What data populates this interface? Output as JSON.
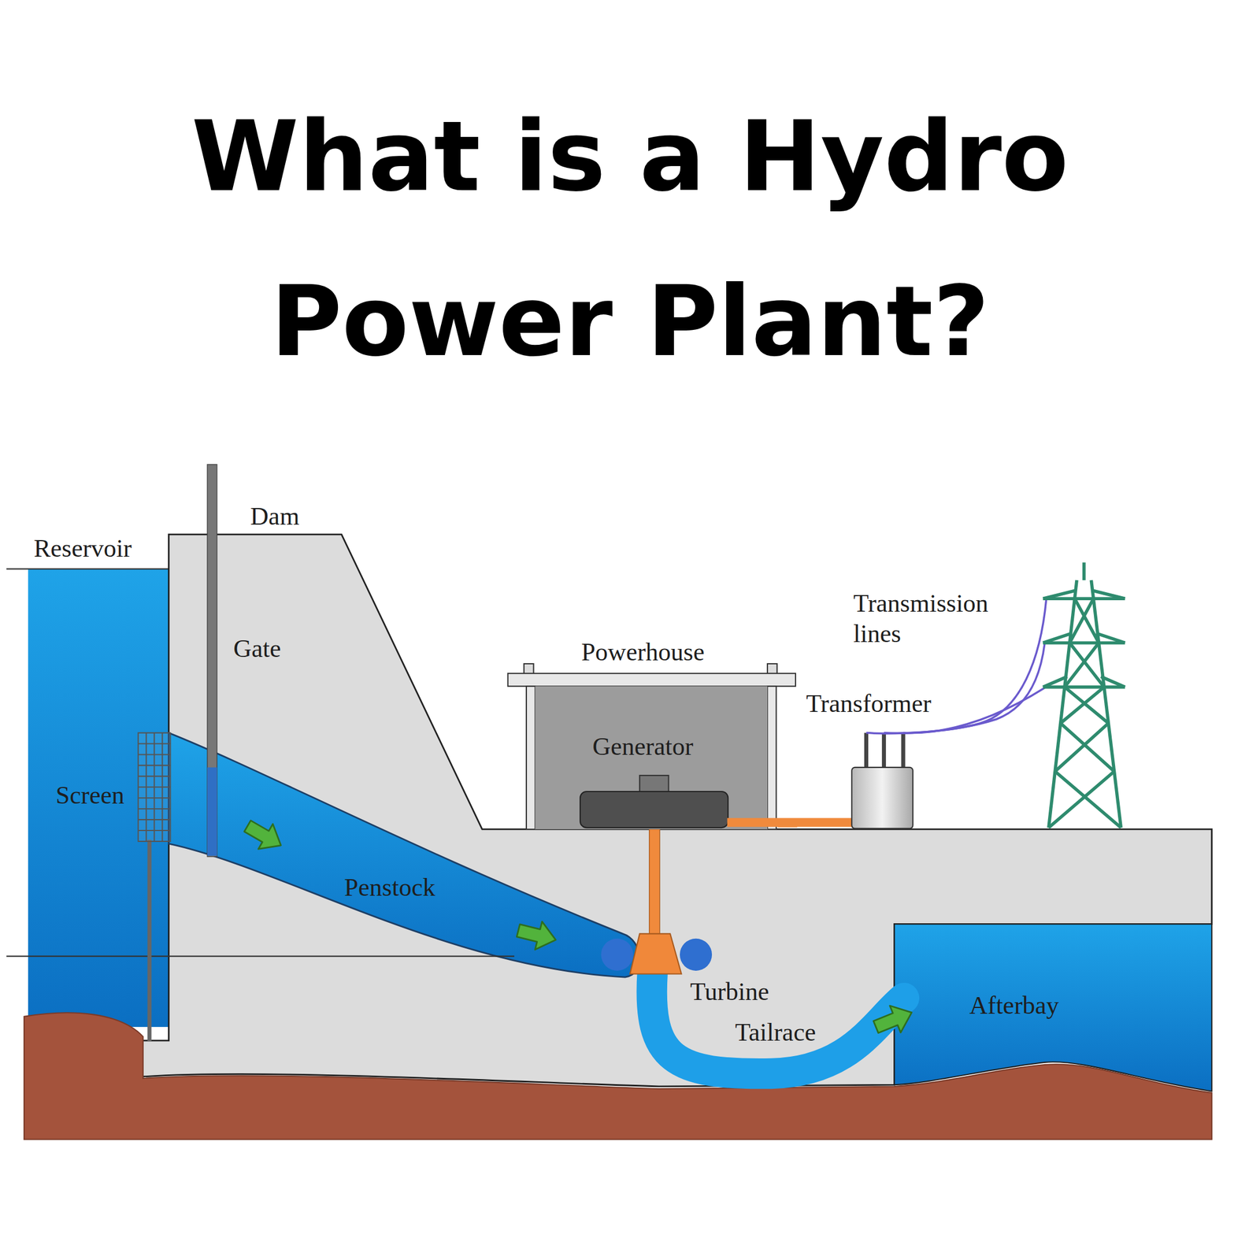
{
  "diagram": {
    "title": "What is a Hydro Power Plant?",
    "nodes": [
      {
        "text": [
          "Powerhouse",
          "Generator"
        ]
      },
      {
        "text": [
          "Transformer"
        ]
      }
    ],
    "edges": [
      {
        "from": 0,
        "to": 1,
        "arrow": "none"
      }
    ],
    "labels": [
      "Reservoir",
      "Dam",
      "Gate",
      "Screen",
      "Penstock",
      "Turbine",
      "Tailrace",
      "Afterbay",
      "Transmission lines"
    ]
  }
}
